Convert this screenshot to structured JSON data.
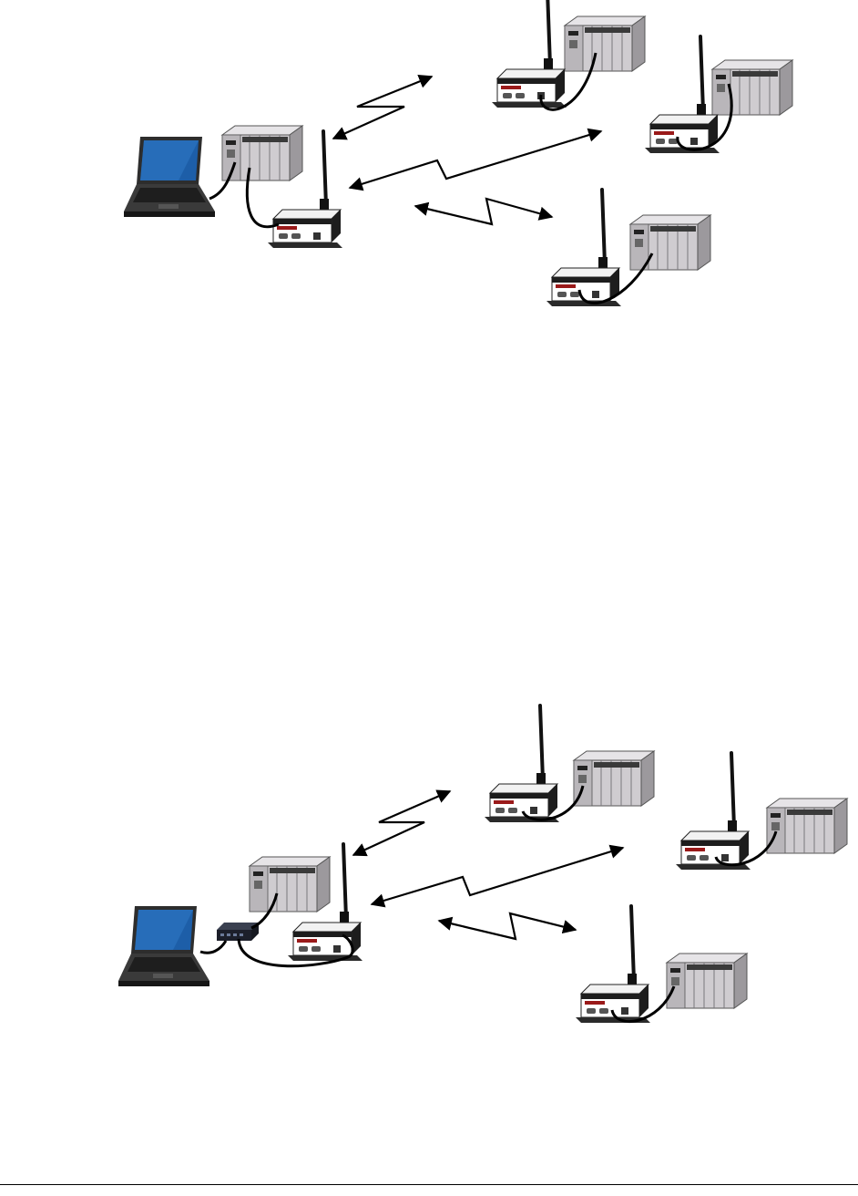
{
  "colors": {
    "link": "#000000",
    "plc_body": "#c8c5c9",
    "plc_dark": "#1a1a1a",
    "radio_body": "#ffffff",
    "radio_black": "#1d1d1d",
    "radio_brand_red": "#9a1a1a",
    "laptop_screen": "#1d5ea8",
    "laptop_body": "#2a2a2a",
    "switch_body": "#1c1f2a"
  },
  "diagrams": [
    {
      "id": "direct",
      "master": [
        "laptop-icon",
        "plc-icon",
        "radio-modem-icon"
      ],
      "remotes": [
        [
          "radio-modem-icon",
          "plc-icon"
        ],
        [
          "radio-modem-icon",
          "plc-icon"
        ],
        [
          "radio-modem-icon",
          "plc-icon"
        ]
      ],
      "link_icon": "wireless-link-arrow"
    },
    {
      "id": "via-switch",
      "master": [
        "laptop-icon",
        "ethernet-switch-icon",
        "plc-icon",
        "radio-modem-icon"
      ],
      "remotes": [
        [
          "radio-modem-icon",
          "plc-icon"
        ],
        [
          "radio-modem-icon",
          "plc-icon"
        ],
        [
          "radio-modem-icon",
          "plc-icon"
        ]
      ],
      "link_icon": "wireless-link-arrow"
    }
  ]
}
